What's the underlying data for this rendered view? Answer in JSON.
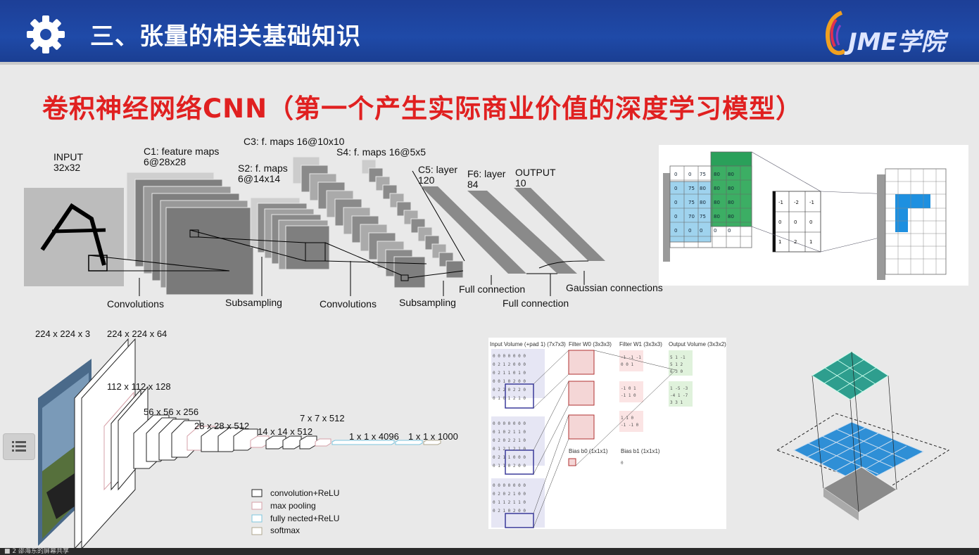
{
  "header": {
    "title": "三、张量的相关基础知识",
    "logo_text": "JME学院",
    "icon": "gear-icon"
  },
  "subtitle": "卷积神经网络CNN（第一个产生实际商业价值的深度学习模型）",
  "lenet": {
    "input": "INPUT\n32x32",
    "c1": "C1: feature maps\n6@28x28",
    "s2": "S2: f. maps\n6@14x14",
    "c3": "C3: f. maps 16@10x10",
    "s4": "S4: f. maps 16@5x5",
    "c5": "C5: layer\n120",
    "f6": "F6: layer\n84",
    "output": "OUTPUT\n10",
    "op1": "Convolutions",
    "op2": "Subsampling",
    "op3": "Convolutions",
    "op4": "Subsampling",
    "op5": "Full connection",
    "op6": "Full connection",
    "op7": "Gaussian connections"
  },
  "vgg": {
    "d1": "224 x 224 x 3",
    "d2": "224 x 224 x 64",
    "d3": "112 x 112 x 128",
    "d4": "56 x 56 x 256",
    "d5": "28 x 28 x 512",
    "d6": "14 x 14 x 512",
    "d7": "7 x 7 x 512",
    "d8": "1 x 1 x 4096",
    "d9": "1 x 1 x 1000",
    "legend": [
      "convolution+ReLU",
      "max pooling",
      "fully nected+ReLU",
      "softmax"
    ]
  },
  "conv_demo": {
    "input_title": "Input Volume (+pad 1) (7x7x3)",
    "filter0_title": "Filter W0 (3x3x3)",
    "filter1_title": "Filter W1 (3x3x3)",
    "output_title": "Output Volume (3x3x2)",
    "bias0": "Bias b0 (1x1x1)",
    "bias1": "Bias b1 (1x1x1)"
  },
  "bottom_text": "■ 2 邵海东的屏幕共享"
}
